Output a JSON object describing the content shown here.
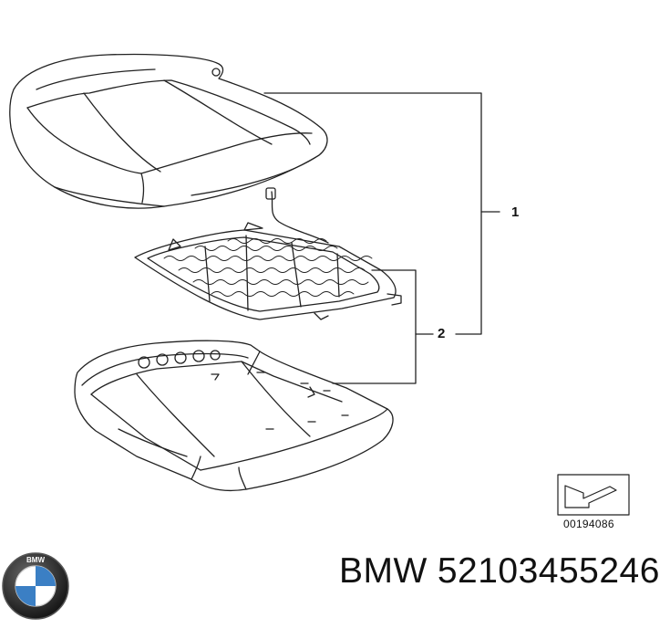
{
  "callouts": {
    "one": "1",
    "two": "2"
  },
  "diagram_code": "00194086",
  "caption": {
    "brand": "BMW",
    "part_number": "52103455246"
  },
  "logo": {
    "letters": "BMW",
    "colors": {
      "blue": "#3b7fc4",
      "white": "#ffffff",
      "ring": "#111111"
    }
  },
  "icons": [
    "bmw-roundel-logo",
    "view-direction-arrow-icon"
  ]
}
